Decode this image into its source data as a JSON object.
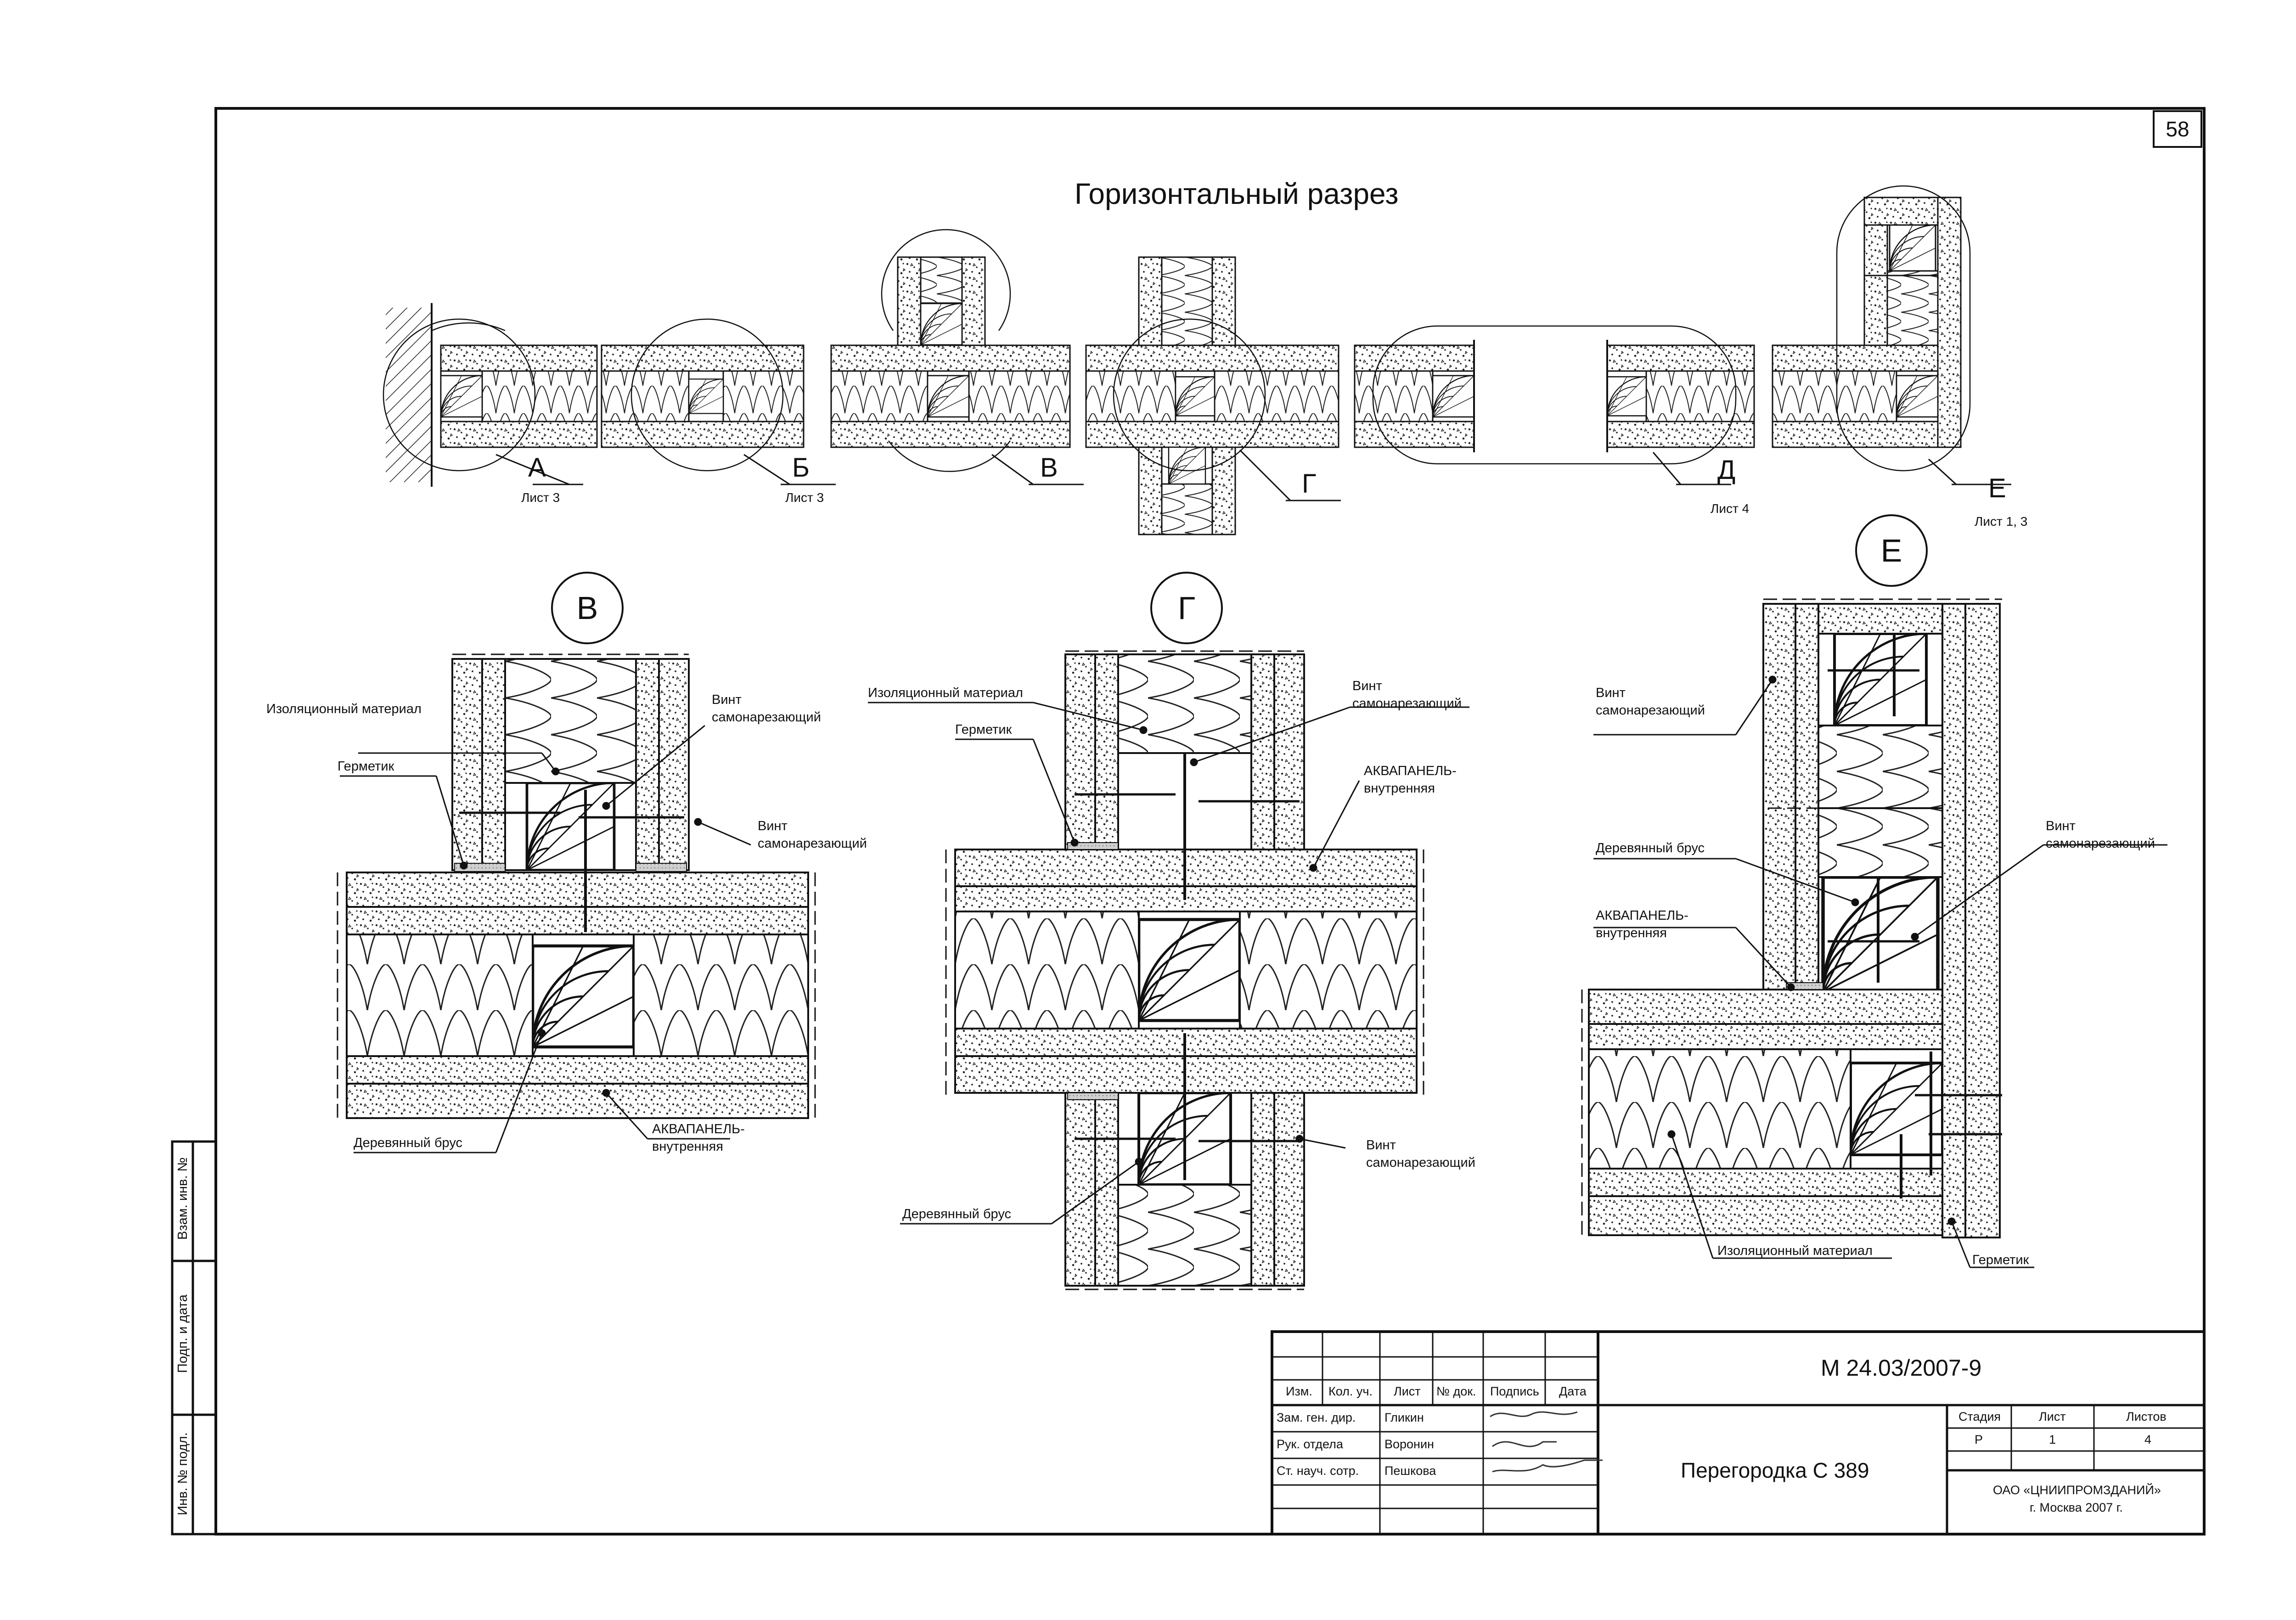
{
  "sheet_number": "58",
  "title": "Горизонтальный разрез",
  "plan_marks": [
    {
      "letter": "А",
      "sheet": "Лист 3"
    },
    {
      "letter": "Б",
      "sheet": "Лист 3"
    },
    {
      "letter": "В",
      "sheet": ""
    },
    {
      "letter": "Г",
      "sheet": ""
    },
    {
      "letter": "Д",
      "sheet": "Лист 4"
    },
    {
      "letter": "Е",
      "sheet": "Лист 1, 3"
    }
  ],
  "details": {
    "v": {
      "label": "В",
      "callouts": {
        "insulation": "Изоляционный материал",
        "sealant": "Герметик",
        "screw_top_1": "Винт",
        "screw_top_2": "самонарезающий",
        "screw_right_1": "Винт",
        "screw_right_2": "самонарезающий",
        "timber": "Деревянный брус",
        "panel_1": "АКВАПАНЕЛЬ-",
        "panel_2": "внутренняя"
      }
    },
    "g": {
      "label": "Г",
      "callouts": {
        "insulation": "Изоляционный материал",
        "sealant": "Герметик",
        "screw_top_1": "Винт",
        "screw_top_2": "самонарезающий",
        "panel_1": "АКВАПАНЕЛЬ-",
        "panel_2": "внутренняя",
        "screw_bottom_1": "Винт",
        "screw_bottom_2": "самонарезающий",
        "timber": "Деревянный брус"
      }
    },
    "e": {
      "label": "Е",
      "callouts": {
        "screw_top_1": "Винт",
        "screw_top_2": "самонарезающий",
        "timber": "Деревянный брус",
        "screw_right_1": "Винт",
        "screw_right_2": "самонарезающий",
        "panel_1": "АКВАПАНЕЛЬ-",
        "panel_2": "внутренняя",
        "insulation": "Изоляционный материал",
        "sealant": "Герметик"
      }
    }
  },
  "side_stamp": {
    "f1": "Взам. инв. №",
    "f2": "Подп. и дата",
    "f3": "Инв. № подл."
  },
  "title_block": {
    "doc_code": "М 24.03/2007-9",
    "headers": [
      "Изм.",
      "Кол. уч.",
      "Лист",
      "№ док.",
      "Подпись",
      "Дата"
    ],
    "people": [
      {
        "role": "Зам. ген. дир.",
        "name": "Гликин"
      },
      {
        "role": "Рук. отдела",
        "name": "Воронин"
      },
      {
        "role": "Ст. науч. сотр.",
        "name": "Пешкова"
      }
    ],
    "stage_header": "Стадия",
    "sheet_header": "Лист",
    "sheets_header": "Листов",
    "stage": "Р",
    "sheet": "1",
    "sheets": "4",
    "drawing_title": "Перегородка С 389",
    "org_1": "ОАО «ЦНИИПРОМЗДАНИЙ»",
    "org_2": "г. Москва 2007 г."
  }
}
